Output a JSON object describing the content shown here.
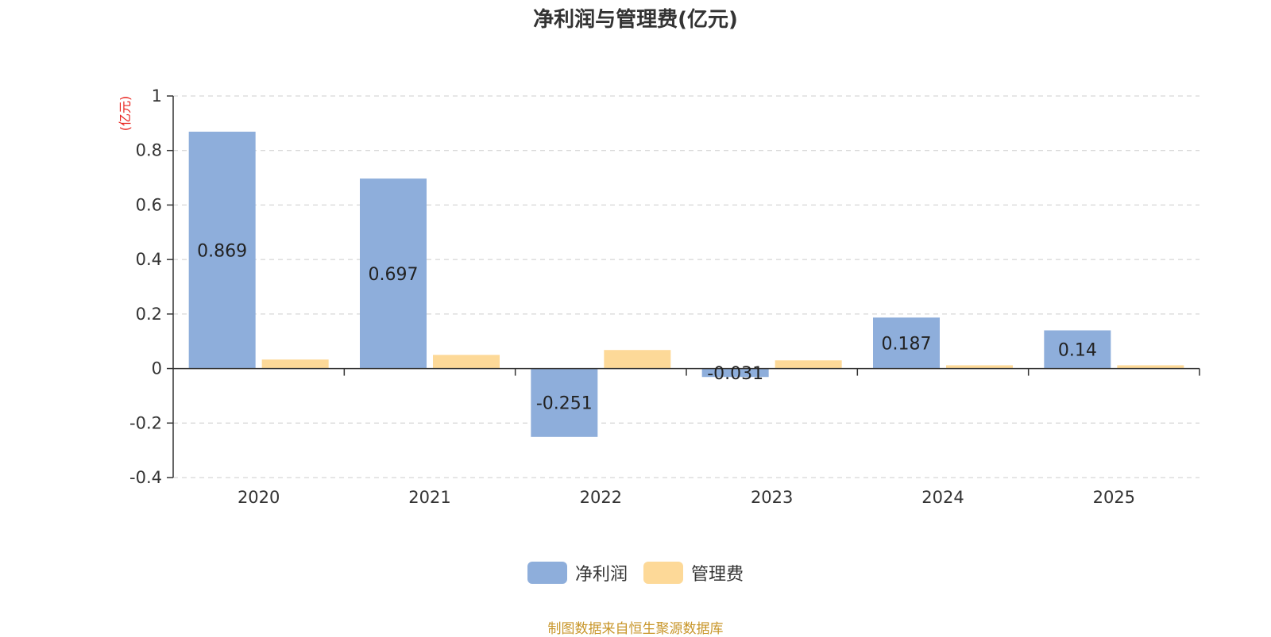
{
  "source_note": "制图数据来自恒生聚源数据库",
  "chart_data": {
    "type": "bar",
    "title": "净利润与管理费(亿元)",
    "ylabel": "(亿元)",
    "xlabel": "",
    "categories": [
      "2020",
      "2021",
      "2022",
      "2023",
      "2024",
      "2025"
    ],
    "ylim": [
      -0.4,
      1
    ],
    "yticks": [
      1,
      0.8,
      0.6,
      0.4,
      0.2,
      0,
      -0.2,
      -0.4
    ],
    "ytick_labels": [
      "1",
      "0.8",
      "0.6",
      "0.4",
      "0.2",
      "0",
      "-0.2",
      "-0.4"
    ],
    "grid": true,
    "legend_position": "bottom-center",
    "series": [
      {
        "name": "净利润",
        "color": "#8eaedb",
        "values": [
          0.869,
          0.697,
          -0.251,
          -0.031,
          0.187,
          0.14
        ],
        "data_labels": [
          "0.869",
          "0.697",
          "-0.251",
          "-0.031",
          "0.187",
          "0.14"
        ]
      },
      {
        "name": "管理费",
        "color": "#fdd998",
        "values": [
          0.033,
          0.05,
          0.068,
          0.03,
          0.012,
          0.012
        ]
      }
    ]
  }
}
